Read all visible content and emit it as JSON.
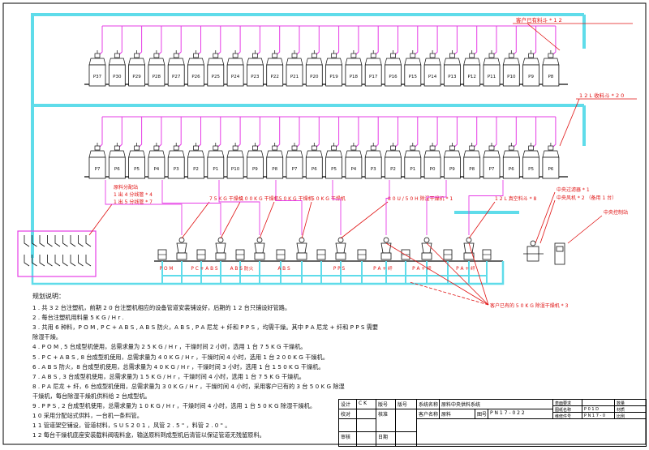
{
  "colors": {
    "cyan": "#5fdcea",
    "magenta": "#e63ce6",
    "red": "#e01010",
    "ink": "#111111"
  },
  "row1": {
    "tags": [
      "P37",
      "P30",
      "P29",
      "P28",
      "P27",
      "P26",
      "P25",
      "P24",
      "P23",
      "P22",
      "P21",
      "P20",
      "P19",
      "P18",
      "P17",
      "P16",
      "P15",
      "P14",
      "P13",
      "P12",
      "P11",
      "P10",
      "P9",
      "P8"
    ],
    "label": "客户已有料斗 * 1 2"
  },
  "row2": {
    "tags": [
      "P7",
      "P6",
      "P5",
      "P4",
      "P3",
      "P2",
      "P1",
      "P10",
      "P9",
      "P8",
      "P7",
      "P6",
      "P5",
      "P4",
      "P3",
      "P2",
      "P1",
      "P0",
      "P9",
      "P8",
      "P7",
      "P6",
      "P5",
      "P6"
    ],
    "label": "1 2 L 收料斗 * 2 0"
  },
  "distribution": {
    "title": "原料分配站",
    "line1": "1 出 4 分线管 * 4",
    "line2": "1 出 5 分线管 * 7"
  },
  "dryer_labels": [
    {
      "text": "7 5 K G 干燥机"
    },
    {
      "text": "2 0 0 K G 干燥机"
    },
    {
      "text": "1 5 0 K G 干燥机"
    },
    {
      "text": "5 0 K G 干燥机"
    },
    {
      "text": "8 0 U / 5 0 H 除湿干燥机 * 1"
    },
    {
      "text": "1 2 L 真空料斗 * 8"
    }
  ],
  "central_labels": [
    "中央过滤器 * 1",
    "中央风机 * 2 （备用 1 台）",
    "中央控制站"
  ],
  "material_labels": [
    "P O M",
    "P C + A B S",
    "A B S 防火",
    "A B S",
    "P P S",
    "P A + 纤",
    "P A + 纤",
    "P A + 纤"
  ],
  "existing_dryer_label": "客户已有的 5 0 K G 除湿干燥机 * 3",
  "notes": {
    "title": "规划说明：",
    "lines": [
      "1 . 共 3 2 台注塑机，前期 2 0 台注塑机相应的设备管道安装铺设好，后期的 1 2 台只铺设好管路。",
      "2 . 每台注塑机用料量 5 K G / H r .",
      "3 . 共用 6 种料，P O M , P C + A B S , A B S 防火，A B S , P A 尼龙 + 纤和 P P S ，均需干燥。其中 P A 尼龙 + 纤和 P P S 需要",
      "     除湿干燥。",
      "4 . P O M , 5 台成型机使用，总需求量为 2 5 K G / H r ，干燥时间 2 小时，选用 1 台 7 5 K G 干燥机。",
      "5 . P C + A B S , 8 台成型机使用，总需求量为 4 0 K G / H r ，干燥时间 4 小时，选用 1 台 2 0 0 K G 干燥机。",
      "6 . A B S 防火，8 台成型机使用，总需求量为 4 0 K G / H r ，干燥时间 3 小时，选用 1 台 1 5 0 K G 干燥机。",
      "7 . A B S , 3 台成型机使用，总需求量为 1 5 K G / H r ，干燥时间 4 小时，选用 1 台 7 5 K G 干燥机。",
      "8 . P A 尼龙 + 纤，6 台成型机使用，总需求量为 3 0 K G / H r ，干燥时间 4 小时，采用客户已有的 3 台 5 0 K G 除湿",
      "     干燥机，每台除湿干燥机供料给 2 台成型机。",
      "9 . P P S , 2 台成型机使用，总需求量为 1 0 K G / H r ，干燥时间 4 小时，选用 1 台 5 0 K G 除湿干燥机。",
      "1 0 采用分配站式供料，一台机一条料管。",
      "1 1 管道架空铺设，管道材料，S U S 2 0 1 ，风管 2 . 5 \" ，料管 2 . 0 \" 。",
      "1 2 每台干燥机底座安装截料阀吸料盒，输送原料到成型机后清管以保证管道无残留原料。"
    ]
  },
  "title_block": {
    "design": "设计",
    "designer": "C K",
    "check": "校对",
    "review": "审核",
    "version": "版号",
    "version2": "版号",
    "approve": "核准",
    "date": "日期",
    "sys_name_label": "系统名称",
    "sys_name": "原料中央供料系统",
    "customer_label": "客户名称",
    "customer": "原料",
    "drawing_no_label": "图号",
    "drawing_no": "P N 1 7 - 0 2 2",
    "table_label": "表面要求",
    "series_label": "图纸名称",
    "series": "P 0 1 D",
    "quantity_label": "数量",
    "material_label": "材质",
    "ratio_label": "比例",
    "maint_label": "维修件号",
    "maint_no": "P N 1 7 - 0"
  }
}
